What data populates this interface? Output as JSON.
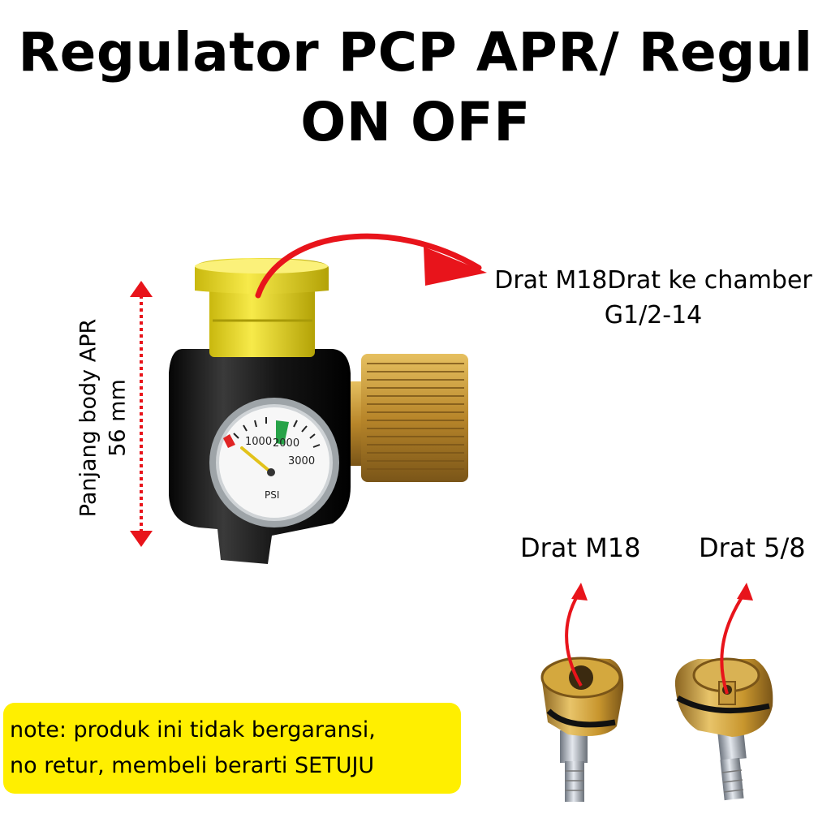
{
  "title": {
    "line1": "Regulator PCP APR/ Regul",
    "line2": "ON OFF"
  },
  "labels": {
    "top_right_line1": "Drat M18Drat ke chamber",
    "top_right_line2": "G1/2-14",
    "left_line1": "Panjang body APR",
    "left_line2": "56 mm",
    "fitting_left": "Drat M18",
    "fitting_right": "Drat 5/8"
  },
  "gauge": {
    "tick_1000": "1000",
    "tick_2000": "2000",
    "tick_3000": "3000",
    "unit": "PSI"
  },
  "note": {
    "line1": "note: produk ini tidak bergaransi,",
    "line2": "no retur, membeli berarti SETUJU"
  },
  "colors": {
    "arrow": "#e8141b",
    "cap": "#f2e22a",
    "brass": "#c89b3c",
    "body": "#1a1a1a",
    "note_bg": "#ffef00"
  }
}
